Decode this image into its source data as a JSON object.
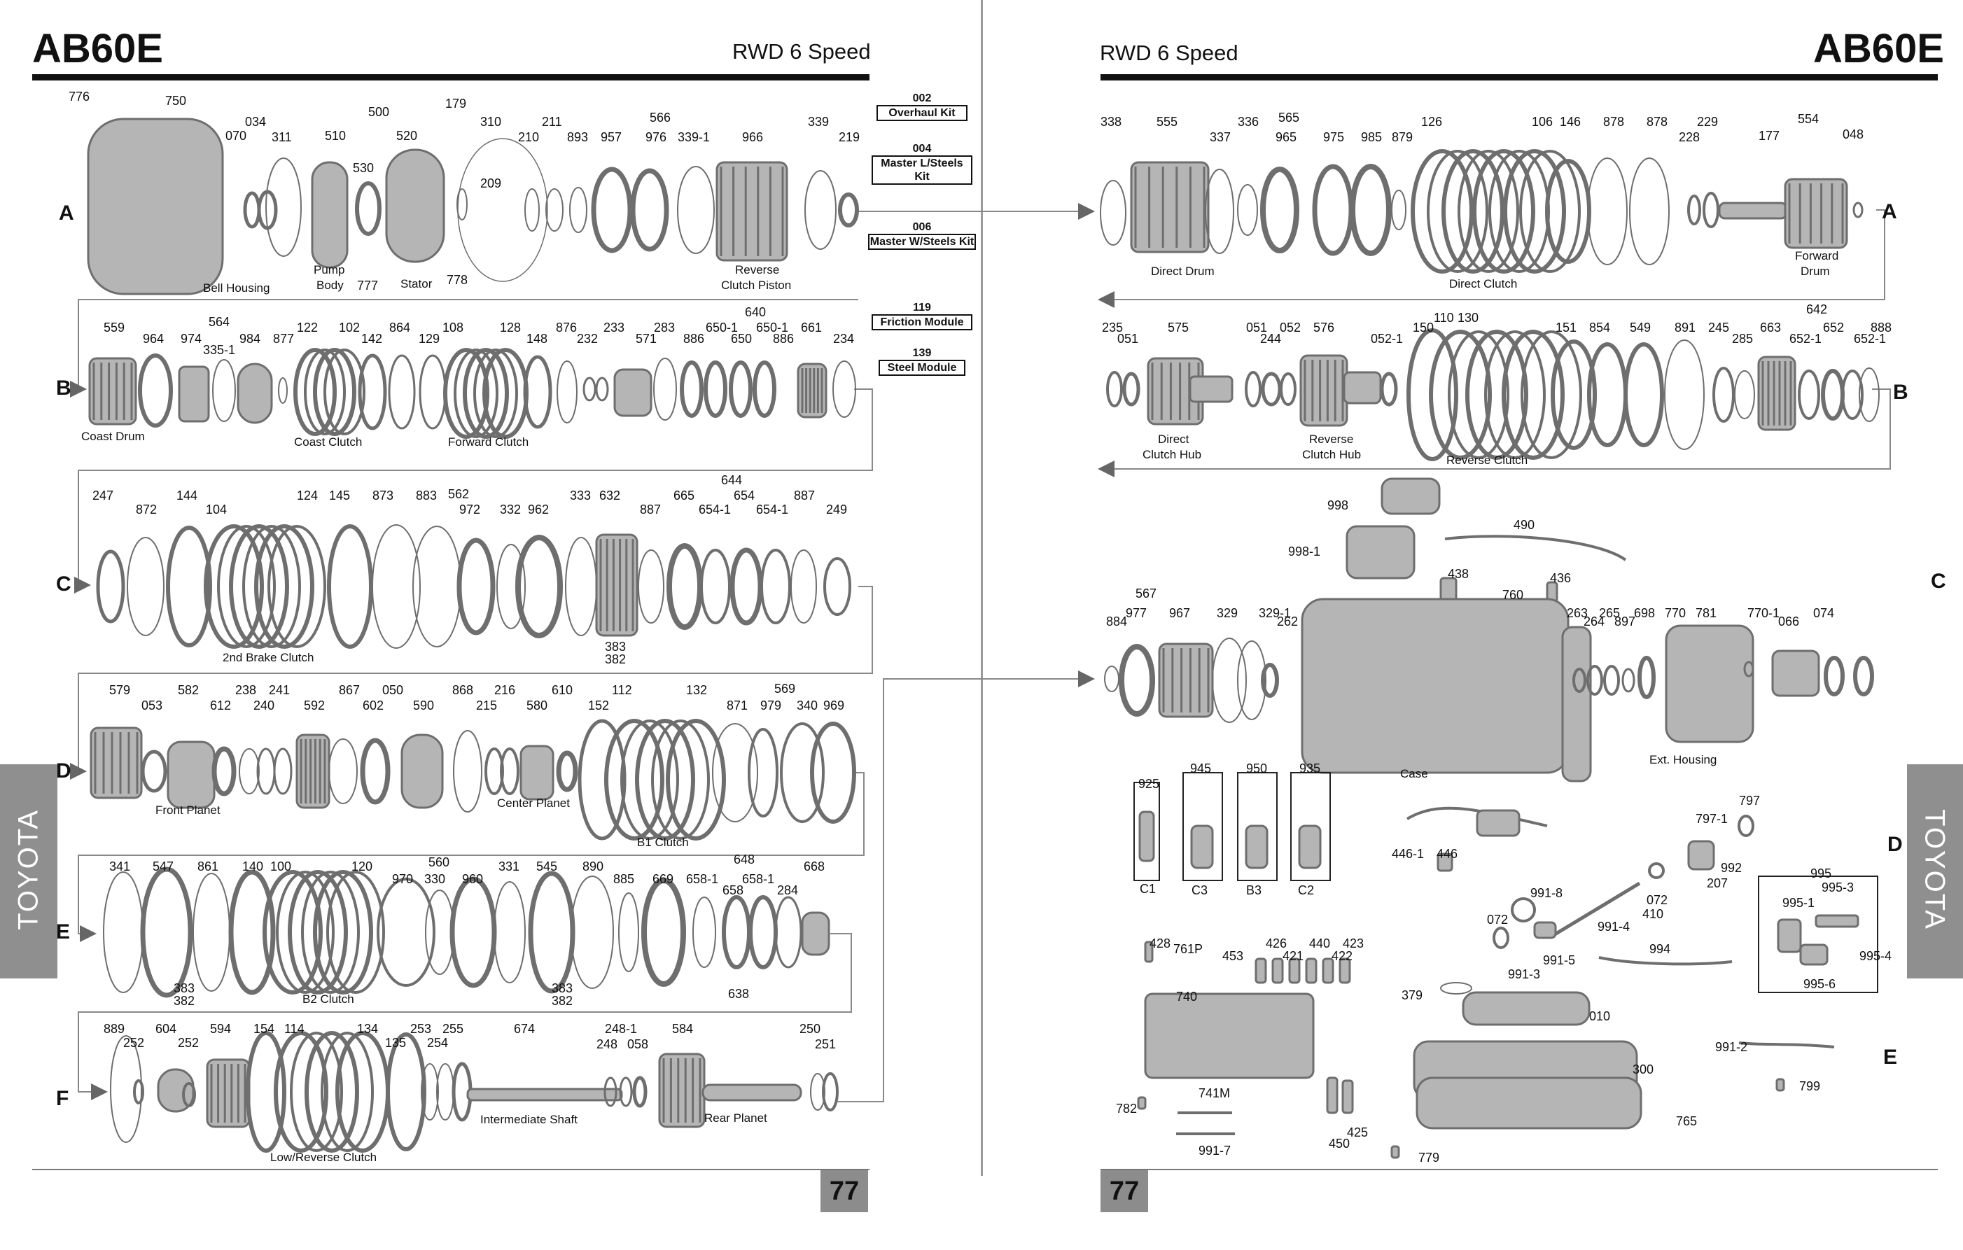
{
  "left_page": {
    "model": "AB60E",
    "speed": "RWD 6 Speed",
    "page_number": "77",
    "brand_tab": "TOYOTA",
    "rows": [
      "A",
      "B",
      "C",
      "D",
      "E",
      "F"
    ]
  },
  "right_page": {
    "model": "AB60E",
    "speed": "RWD 6 Speed",
    "page_number": "77",
    "brand_tab": "TOYOTA",
    "rows": [
      "A",
      "B",
      "C",
      "D",
      "E"
    ]
  },
  "kits": [
    {
      "code": "002",
      "name": "Overhaul Kit"
    },
    {
      "code": "004",
      "name": "Master L/Steels Kit"
    },
    {
      "code": "006",
      "name": "Master W/Steels Kit"
    },
    {
      "code": "119",
      "name": "Friction Module"
    },
    {
      "code": "139",
      "name": "Steel Module"
    }
  ],
  "left_labels": [
    {
      "t": "776"
    },
    {
      "t": "750"
    },
    {
      "t": "034"
    },
    {
      "t": "070"
    },
    {
      "t": "311"
    },
    {
      "t": "500"
    },
    {
      "t": "510"
    },
    {
      "t": "520"
    },
    {
      "t": "530"
    },
    {
      "t": "179"
    },
    {
      "t": "310"
    },
    {
      "t": "209"
    },
    {
      "t": "210"
    },
    {
      "t": "211"
    },
    {
      "t": "566"
    },
    {
      "t": "893"
    },
    {
      "t": "957"
    },
    {
      "t": "976"
    },
    {
      "t": "339-1"
    },
    {
      "t": "966"
    },
    {
      "t": "339"
    },
    {
      "t": "219"
    },
    {
      "t": "777"
    },
    {
      "t": "778"
    },
    {
      "t": "559"
    },
    {
      "t": "564"
    },
    {
      "t": "964"
    },
    {
      "t": "974"
    },
    {
      "t": "335-1"
    },
    {
      "t": "984"
    },
    {
      "t": "877"
    },
    {
      "t": "122"
    },
    {
      "t": "102"
    },
    {
      "t": "142"
    },
    {
      "t": "864"
    },
    {
      "t": "129"
    },
    {
      "t": "108"
    },
    {
      "t": "128"
    },
    {
      "t": "148"
    },
    {
      "t": "876"
    },
    {
      "t": "232"
    },
    {
      "t": "233"
    },
    {
      "t": "571"
    },
    {
      "t": "283"
    },
    {
      "t": "640"
    },
    {
      "t": "886"
    },
    {
      "t": "650-1"
    },
    {
      "t": "650"
    },
    {
      "t": "650-1"
    },
    {
      "t": "886"
    },
    {
      "t": "661"
    },
    {
      "t": "234"
    },
    {
      "t": "247"
    },
    {
      "t": "872"
    },
    {
      "t": "144"
    },
    {
      "t": "104"
    },
    {
      "t": "124"
    },
    {
      "t": "145"
    },
    {
      "t": "873"
    },
    {
      "t": "883"
    },
    {
      "t": "562"
    },
    {
      "t": "972"
    },
    {
      "t": "332"
    },
    {
      "t": "962"
    },
    {
      "t": "333"
    },
    {
      "t": "632"
    },
    {
      "t": "644"
    },
    {
      "t": "887"
    },
    {
      "t": "665"
    },
    {
      "t": "654-1"
    },
    {
      "t": "654"
    },
    {
      "t": "654-1"
    },
    {
      "t": "887"
    },
    {
      "t": "249"
    },
    {
      "t": "383"
    },
    {
      "t": "382"
    },
    {
      "t": "579"
    },
    {
      "t": "053"
    },
    {
      "t": "582"
    },
    {
      "t": "612"
    },
    {
      "t": "238"
    },
    {
      "t": "240"
    },
    {
      "t": "241"
    },
    {
      "t": "592"
    },
    {
      "t": "867"
    },
    {
      "t": "602"
    },
    {
      "t": "050"
    },
    {
      "t": "590"
    },
    {
      "t": "868"
    },
    {
      "t": "215"
    },
    {
      "t": "216"
    },
    {
      "t": "580"
    },
    {
      "t": "610"
    },
    {
      "t": "152"
    },
    {
      "t": "112"
    },
    {
      "t": "132"
    },
    {
      "t": "569"
    },
    {
      "t": "871"
    },
    {
      "t": "979"
    },
    {
      "t": "340"
    },
    {
      "t": "969"
    },
    {
      "t": "341"
    },
    {
      "t": "547"
    },
    {
      "t": "861"
    },
    {
      "t": "140"
    },
    {
      "t": "100"
    },
    {
      "t": "120"
    },
    {
      "t": "560"
    },
    {
      "t": "970"
    },
    {
      "t": "330"
    },
    {
      "t": "960"
    },
    {
      "t": "331"
    },
    {
      "t": "545"
    },
    {
      "t": "890"
    },
    {
      "t": "885"
    },
    {
      "t": "648"
    },
    {
      "t": "669"
    },
    {
      "t": "658-1"
    },
    {
      "t": "658"
    },
    {
      "t": "658-1"
    },
    {
      "t": "284"
    },
    {
      "t": "668"
    },
    {
      "t": "383"
    },
    {
      "t": "382"
    },
    {
      "t": "383"
    },
    {
      "t": "382"
    },
    {
      "t": "638"
    },
    {
      "t": "889"
    },
    {
      "t": "252"
    },
    {
      "t": "604"
    },
    {
      "t": "252"
    },
    {
      "t": "594"
    },
    {
      "t": "154"
    },
    {
      "t": "114"
    },
    {
      "t": "134"
    },
    {
      "t": "135"
    },
    {
      "t": "253"
    },
    {
      "t": "254"
    },
    {
      "t": "255"
    },
    {
      "t": "674"
    },
    {
      "t": "248-1"
    },
    {
      "t": "248"
    },
    {
      "t": "058"
    },
    {
      "t": "584"
    },
    {
      "t": "250"
    },
    {
      "t": "251"
    }
  ],
  "left_captions": [
    "Bell Housing",
    "Pump",
    "Body",
    "Stator",
    "Reverse",
    "Clutch Piston",
    "Coast Drum",
    "Coast Clutch",
    "Forward Clutch",
    "2nd Brake Clutch",
    "Front Planet",
    "Center Planet",
    "B1 Clutch",
    "B2 Clutch",
    "Intermediate Shaft",
    "Rear Planet",
    "Low/Reverse Clutch"
  ],
  "right_labels": [
    {
      "t": "338"
    },
    {
      "t": "555"
    },
    {
      "t": "337"
    },
    {
      "t": "336"
    },
    {
      "t": "565"
    },
    {
      "t": "965"
    },
    {
      "t": "975"
    },
    {
      "t": "985"
    },
    {
      "t": "879"
    },
    {
      "t": "126"
    },
    {
      "t": "106"
    },
    {
      "t": "146"
    },
    {
      "t": "878"
    },
    {
      "t": "878"
    },
    {
      "t": "228"
    },
    {
      "t": "229"
    },
    {
      "t": "177"
    },
    {
      "t": "554"
    },
    {
      "t": "048"
    },
    {
      "t": "235"
    },
    {
      "t": "051"
    },
    {
      "t": "575"
    },
    {
      "t": "051"
    },
    {
      "t": "244"
    },
    {
      "t": "052"
    },
    {
      "t": "576"
    },
    {
      "t": "052-1"
    },
    {
      "t": "150"
    },
    {
      "t": "110"
    },
    {
      "t": "130"
    },
    {
      "t": "151"
    },
    {
      "t": "854"
    },
    {
      "t": "549"
    },
    {
      "t": "891"
    },
    {
      "t": "245"
    },
    {
      "t": "285"
    },
    {
      "t": "642"
    },
    {
      "t": "663"
    },
    {
      "t": "652-1"
    },
    {
      "t": "652"
    },
    {
      "t": "652-1"
    },
    {
      "t": "888"
    },
    {
      "t": "998"
    },
    {
      "t": "998-1"
    },
    {
      "t": "490"
    },
    {
      "t": "438"
    },
    {
      "t": "436"
    },
    {
      "t": "760"
    },
    {
      "t": "567"
    },
    {
      "t": "884"
    },
    {
      "t": "977"
    },
    {
      "t": "967"
    },
    {
      "t": "329"
    },
    {
      "t": "329-1"
    },
    {
      "t": "262"
    },
    {
      "t": "263"
    },
    {
      "t": "264"
    },
    {
      "t": "265"
    },
    {
      "t": "897"
    },
    {
      "t": "698"
    },
    {
      "t": "770"
    },
    {
      "t": "781"
    },
    {
      "t": "770-1"
    },
    {
      "t": "066"
    },
    {
      "t": "074"
    },
    {
      "t": "925"
    },
    {
      "t": "945"
    },
    {
      "t": "950"
    },
    {
      "t": "935"
    },
    {
      "t": "C1"
    },
    {
      "t": "C3"
    },
    {
      "t": "B3"
    },
    {
      "t": "C2"
    },
    {
      "t": "446-1"
    },
    {
      "t": "446"
    },
    {
      "t": "797-1"
    },
    {
      "t": "797"
    },
    {
      "t": "992"
    },
    {
      "t": "207"
    },
    {
      "t": "072"
    },
    {
      "t": "410"
    },
    {
      "t": "991-8"
    },
    {
      "t": "991-4"
    },
    {
      "t": "072"
    },
    {
      "t": "991-3"
    },
    {
      "t": "991-5"
    },
    {
      "t": "994"
    },
    {
      "t": "995"
    },
    {
      "t": "995-3"
    },
    {
      "t": "995-1"
    },
    {
      "t": "995-4"
    },
    {
      "t": "995-6"
    },
    {
      "t": "761P"
    },
    {
      "t": "428"
    },
    {
      "t": "453"
    },
    {
      "t": "426"
    },
    {
      "t": "421"
    },
    {
      "t": "440"
    },
    {
      "t": "422"
    },
    {
      "t": "423"
    },
    {
      "t": "740"
    },
    {
      "t": "379"
    },
    {
      "t": "010"
    },
    {
      "t": "741M"
    },
    {
      "t": "782"
    },
    {
      "t": "991-7"
    },
    {
      "t": "450"
    },
    {
      "t": "425"
    },
    {
      "t": "300"
    },
    {
      "t": "765"
    },
    {
      "t": "779"
    },
    {
      "t": "991-2"
    },
    {
      "t": "799"
    }
  ],
  "right_captions": [
    "Direct Drum",
    "Direct Clutch",
    "Forward",
    "Drum",
    "Direct",
    "Clutch Hub",
    "Reverse",
    "Clutch Hub",
    "Reverse Clutch",
    "Case",
    "Ext. Housing"
  ],
  "colors": {
    "ink": "#111111",
    "rule": "#111111",
    "tab": "#8f8f8f",
    "part": "#6e6e6e",
    "part_light": "#b5b5b5"
  }
}
